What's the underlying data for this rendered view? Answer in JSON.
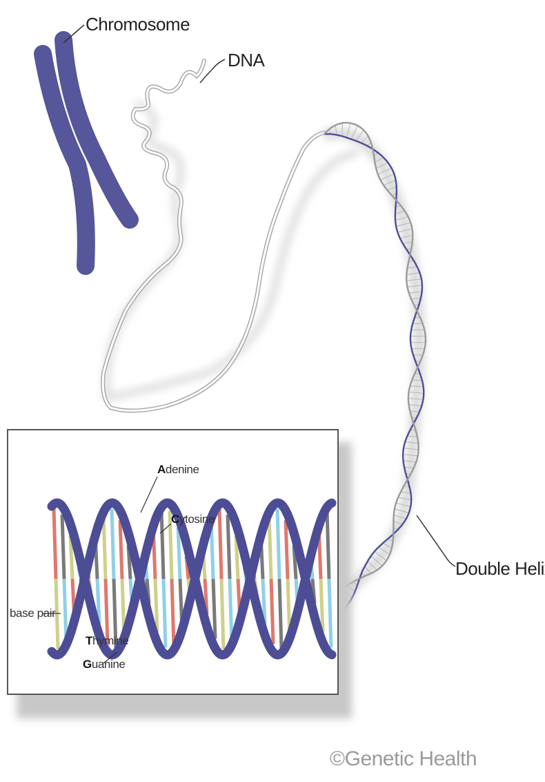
{
  "labels": {
    "chromosome": "Chromosome",
    "dna": "DNA",
    "double_helix": "Double Helix",
    "base_pair": "base pair",
    "adenine": {
      "initial": "A",
      "rest": "denine"
    },
    "cytosine": {
      "initial": "C",
      "rest": "ytosine"
    },
    "thymine": {
      "initial": "T",
      "rest": "hymine"
    },
    "guanine": {
      "initial": "G",
      "rest": "uanine"
    }
  },
  "credit": "©Genetic Health",
  "colors": {
    "chromosome": "#56569a",
    "helix_backbone": "#4d4d96",
    "adenine": "#e0776e",
    "thymine": "#cfd08a",
    "cytosine": "#8fd0e8",
    "guanine": "#7a7a7a",
    "thin_strand": "#9a9a9a"
  }
}
